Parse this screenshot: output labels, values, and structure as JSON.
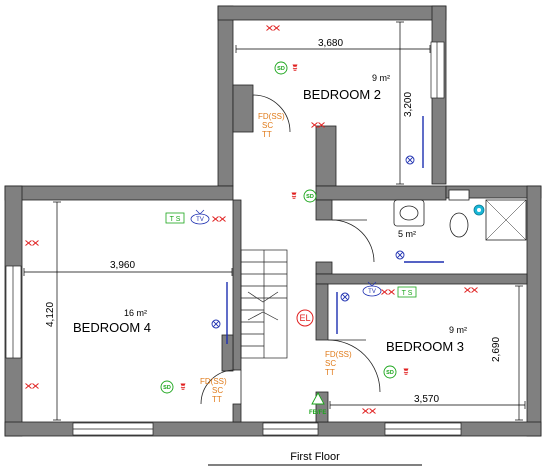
{
  "plan": {
    "floor_title": "First Floor",
    "rooms": {
      "bedroom2": {
        "name": "BEDROOM 2",
        "area": "9 m²",
        "width": "3,680",
        "depth": "3,200"
      },
      "bedroom3": {
        "name": "BEDROOM 3",
        "area": "9 m²",
        "width": "3,570",
        "depth": "2,690"
      },
      "bedroom4": {
        "name": "BEDROOM 4",
        "area": "16 m²",
        "width": "3,960",
        "depth": "4,120"
      },
      "bathroom": {
        "area": "5 m²"
      }
    },
    "door_notes": [
      "FD(SS)",
      "SC",
      "TT"
    ],
    "symbols": {
      "smoke_detector": "SD",
      "tv": "TV",
      "telephone": "T S",
      "emergency_light": "EL",
      "fire_blanket": "FB/FE"
    },
    "colors": {
      "wall": "#808080",
      "door_note": "#e07b1a",
      "detector": "#1aa51a",
      "tv": "#1d2fb0",
      "alarm": "#e02020"
    }
  }
}
